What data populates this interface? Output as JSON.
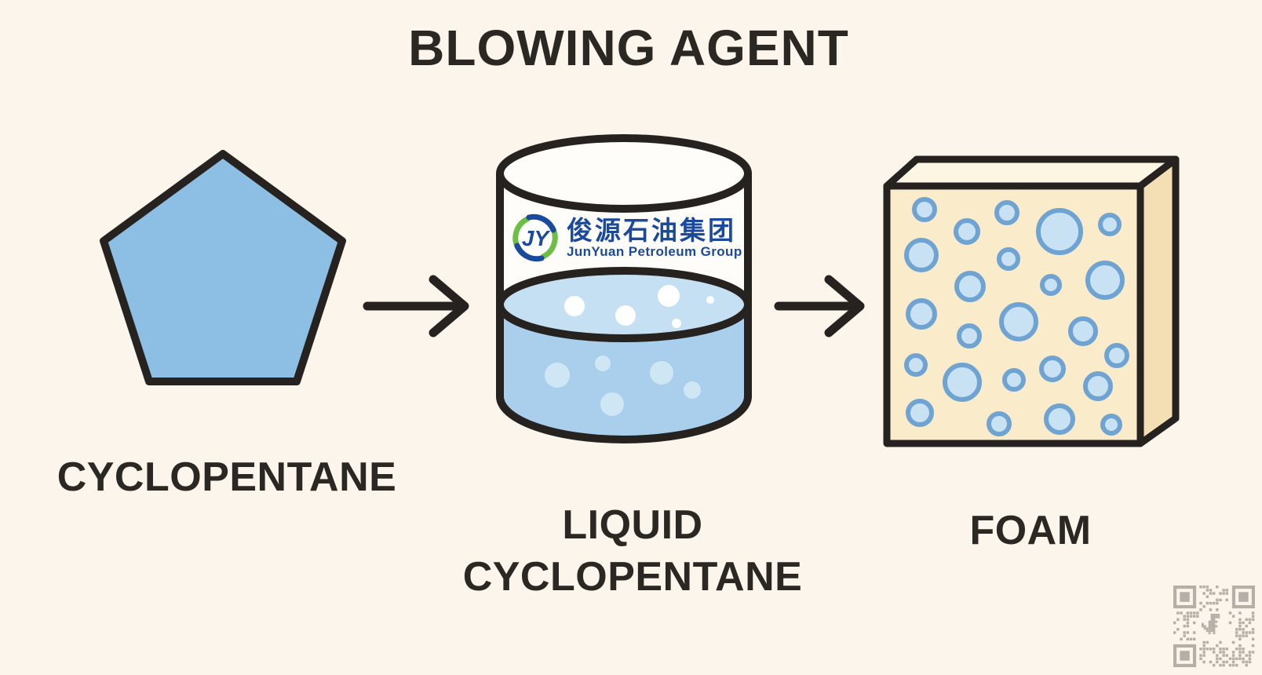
{
  "title": "BLOWING AGENT",
  "labels": {
    "cyclopentane": "CYCLOPENTANE",
    "liquid_line1": "LIQUID",
    "liquid_line2": "CYCLOPENTANE",
    "foam": "FOAM"
  },
  "logo": {
    "monogram": "JY",
    "chinese_name": "俊源石油集团",
    "english_name": "JunYuan Petroleum Group",
    "blue": "#1b4a9c",
    "green": "#6cbe45"
  },
  "colors": {
    "background": "#fcf5ec",
    "outline": "#262220",
    "text": "#2b2824",
    "pentagon_fill": "#8dbfe5",
    "beaker_interior": "#fffdf9",
    "liquid_surface": "#c6e0f3",
    "liquid_body": "#a9cfec",
    "surface_bubble": "#ffffff",
    "body_bubble": "#cfe7f5",
    "foam_front": "#faecca",
    "foam_top": "#fdf6e2",
    "foam_side": "#f4dfb5",
    "foam_bubble_ring": "#6fa3d2",
    "foam_bubble_fill": "#c8e2f4",
    "qr": "#a49e97"
  },
  "foam_bubbles": [
    [
      1178,
      267,
      13
    ],
    [
      1232,
      295,
      14
    ],
    [
      1283,
      271,
      13
    ],
    [
      1350,
      295,
      27
    ],
    [
      1414,
      286,
      12
    ],
    [
      1174,
      325,
      19
    ],
    [
      1285,
      330,
      12
    ],
    [
      1408,
      357,
      22
    ],
    [
      1236,
      365,
      17
    ],
    [
      1339,
      363,
      11
    ],
    [
      1174,
      400,
      17
    ],
    [
      1298,
      410,
      22
    ],
    [
      1380,
      422,
      16
    ],
    [
      1235,
      428,
      13
    ],
    [
      1423,
      453,
      13
    ],
    [
      1167,
      465,
      12
    ],
    [
      1226,
      487,
      22
    ],
    [
      1292,
      484,
      12
    ],
    [
      1341,
      470,
      14
    ],
    [
      1399,
      492,
      16
    ],
    [
      1172,
      526,
      15
    ],
    [
      1273,
      540,
      13
    ],
    [
      1350,
      534,
      17
    ],
    [
      1416,
      541,
      11
    ]
  ],
  "surface_bubbles": [
    [
      732,
      390,
      13
    ],
    [
      797,
      402,
      13
    ],
    [
      852,
      377,
      14
    ],
    [
      862,
      412,
      6
    ],
    [
      905,
      382,
      5
    ]
  ],
  "liquid_bubbles": [
    [
      710,
      478,
      16
    ],
    [
      768,
      463,
      10
    ],
    [
      780,
      515,
      15
    ],
    [
      843,
      475,
      15
    ],
    [
      882,
      497,
      11
    ]
  ]
}
